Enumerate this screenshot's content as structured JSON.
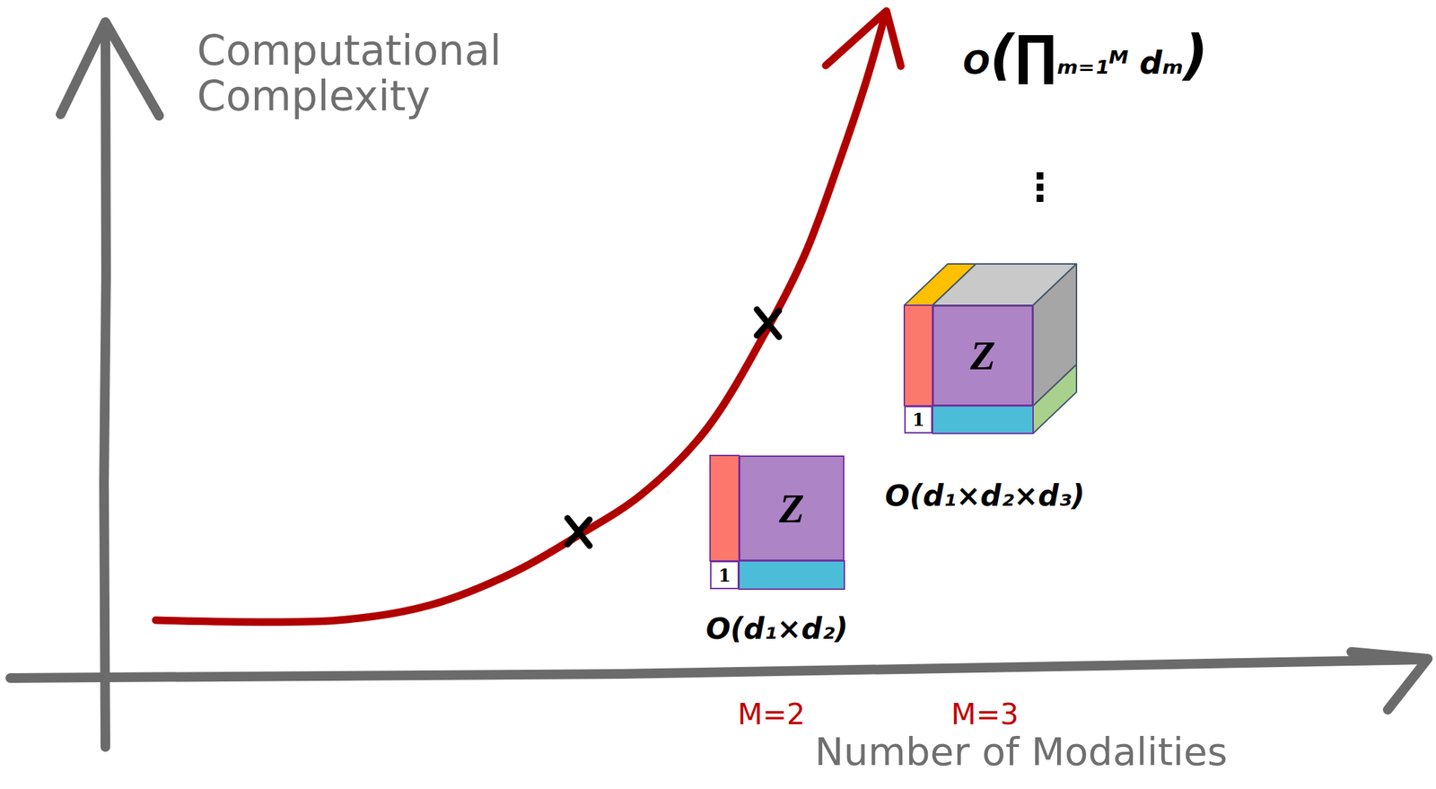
{
  "diagram": {
    "nodes": [
      {
        "text": [
          "Z"
        ]
      },
      {
        "text": [
          "1"
        ]
      },
      {
        "text": [
          "Z"
        ]
      },
      {
        "text": [
          "1"
        ]
      }
    ],
    "labels": [
      "Computational Complexity",
      "Number of Modalities",
      "M=2",
      "M=3",
      "O(d₁×d₂)",
      "O(d₁×d₂×d₃)",
      "⋮",
      "O(∏ₘ₌₁ᴹ dₘ)"
    ]
  }
}
